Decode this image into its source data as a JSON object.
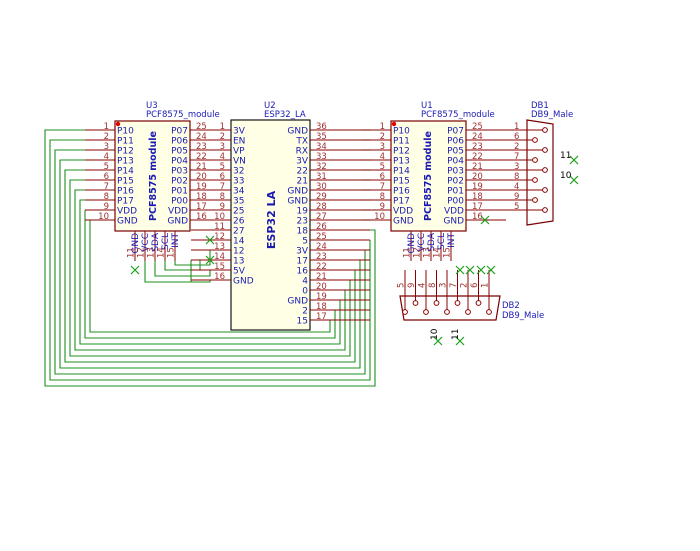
{
  "components": {
    "u3": {
      "ref": "U3",
      "value": "PCF8575_module",
      "title": "PCF8575 module"
    },
    "u2": {
      "ref": "U2",
      "value": "ESP32_LA",
      "title": "ESP32 LA"
    },
    "u1": {
      "ref": "U1",
      "value": "PCF8575_module",
      "title": "PCF8575 module"
    },
    "db1": {
      "ref": "DB1",
      "value": "DB9_Male"
    },
    "db2": {
      "ref": "DB2",
      "value": "DB9_Male"
    }
  },
  "pcf_left_pins": [
    {
      "num": "1",
      "name": "P10"
    },
    {
      "num": "2",
      "name": "P11"
    },
    {
      "num": "3",
      "name": "P12"
    },
    {
      "num": "4",
      "name": "P13"
    },
    {
      "num": "5",
      "name": "P14"
    },
    {
      "num": "6",
      "name": "P15"
    },
    {
      "num": "7",
      "name": "P16"
    },
    {
      "num": "8",
      "name": "P17"
    },
    {
      "num": "9",
      "name": "VDD"
    },
    {
      "num": "10",
      "name": "GND"
    }
  ],
  "pcf_right_pins": [
    {
      "num": "25",
      "name": "P07"
    },
    {
      "num": "24",
      "name": "P06"
    },
    {
      "num": "23",
      "name": "P05"
    },
    {
      "num": "22",
      "name": "P04"
    },
    {
      "num": "21",
      "name": "P03"
    },
    {
      "num": "20",
      "name": "P02"
    },
    {
      "num": "19",
      "name": "P01"
    },
    {
      "num": "18",
      "name": "P00"
    },
    {
      "num": "17",
      "name": "VDD"
    },
    {
      "num": "16",
      "name": "GND"
    }
  ],
  "pcf_bottom_pins": [
    {
      "num": "11",
      "name": "GND"
    },
    {
      "num": "12",
      "name": "VCC"
    },
    {
      "num": "13",
      "name": "SDA"
    },
    {
      "num": "14",
      "name": "SCL"
    },
    {
      "num": "15",
      "name": "INT"
    }
  ],
  "esp_left_pins": [
    {
      "num": "1",
      "name": "3V"
    },
    {
      "num": "2",
      "name": "EN"
    },
    {
      "num": "3",
      "name": "VP"
    },
    {
      "num": "4",
      "name": "VN"
    },
    {
      "num": "5",
      "name": "32"
    },
    {
      "num": "6",
      "name": "33"
    },
    {
      "num": "7",
      "name": "34"
    },
    {
      "num": "8",
      "name": "35"
    },
    {
      "num": "9",
      "name": "25"
    },
    {
      "num": "10",
      "name": "26"
    },
    {
      "num": "11",
      "name": "27"
    },
    {
      "num": "12",
      "name": "14"
    },
    {
      "num": "13",
      "name": "12"
    },
    {
      "num": "14",
      "name": "13"
    },
    {
      "num": "15",
      "name": "5V"
    },
    {
      "num": "16",
      "name": "GND"
    }
  ],
  "esp_right_pins": [
    {
      "num": "36",
      "name": "GND"
    },
    {
      "num": "35",
      "name": "TX"
    },
    {
      "num": "34",
      "name": "RX"
    },
    {
      "num": "33",
      "name": "3V"
    },
    {
      "num": "32",
      "name": "22"
    },
    {
      "num": "31",
      "name": "21"
    },
    {
      "num": "30",
      "name": "GND"
    },
    {
      "num": "29",
      "name": "GND"
    },
    {
      "num": "28",
      "name": "19"
    },
    {
      "num": "27",
      "name": "23"
    },
    {
      "num": "26",
      "name": "18"
    },
    {
      "num": "25",
      "name": "5"
    },
    {
      "num": "24",
      "name": "3V"
    },
    {
      "num": "23",
      "name": "17"
    },
    {
      "num": "22",
      "name": "16"
    },
    {
      "num": "21",
      "name": "4"
    },
    {
      "num": "20",
      "name": "0"
    },
    {
      "num": "19",
      "name": "GND"
    },
    {
      "num": "18",
      "name": "2"
    },
    {
      "num": "17",
      "name": "15"
    }
  ],
  "db1_pins": [
    "1",
    "6",
    "2",
    "7",
    "3",
    "8",
    "4",
    "9",
    "5"
  ],
  "db2_pins": [
    "5",
    "9",
    "4",
    "8",
    "3",
    "7",
    "2",
    "6",
    "1"
  ],
  "net_labels": [
    "11",
    "10",
    "10",
    "11"
  ]
}
